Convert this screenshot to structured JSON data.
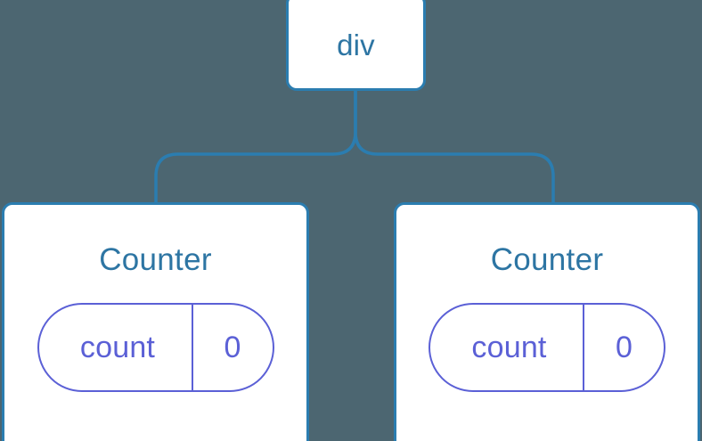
{
  "diagram": {
    "type": "component-tree",
    "background_color": "#4c6671",
    "node_border_color": "#2b7db0",
    "node_fill_color": "#ffffff",
    "node_text_color": "#2d75a3",
    "state_pill_color": "#5b60d6",
    "connector_color": "#2b7db0"
  },
  "root": {
    "label": "div"
  },
  "children": [
    {
      "label": "Counter",
      "state": {
        "key": "count",
        "value": "0"
      }
    },
    {
      "label": "Counter",
      "state": {
        "key": "count",
        "value": "0"
      }
    }
  ]
}
